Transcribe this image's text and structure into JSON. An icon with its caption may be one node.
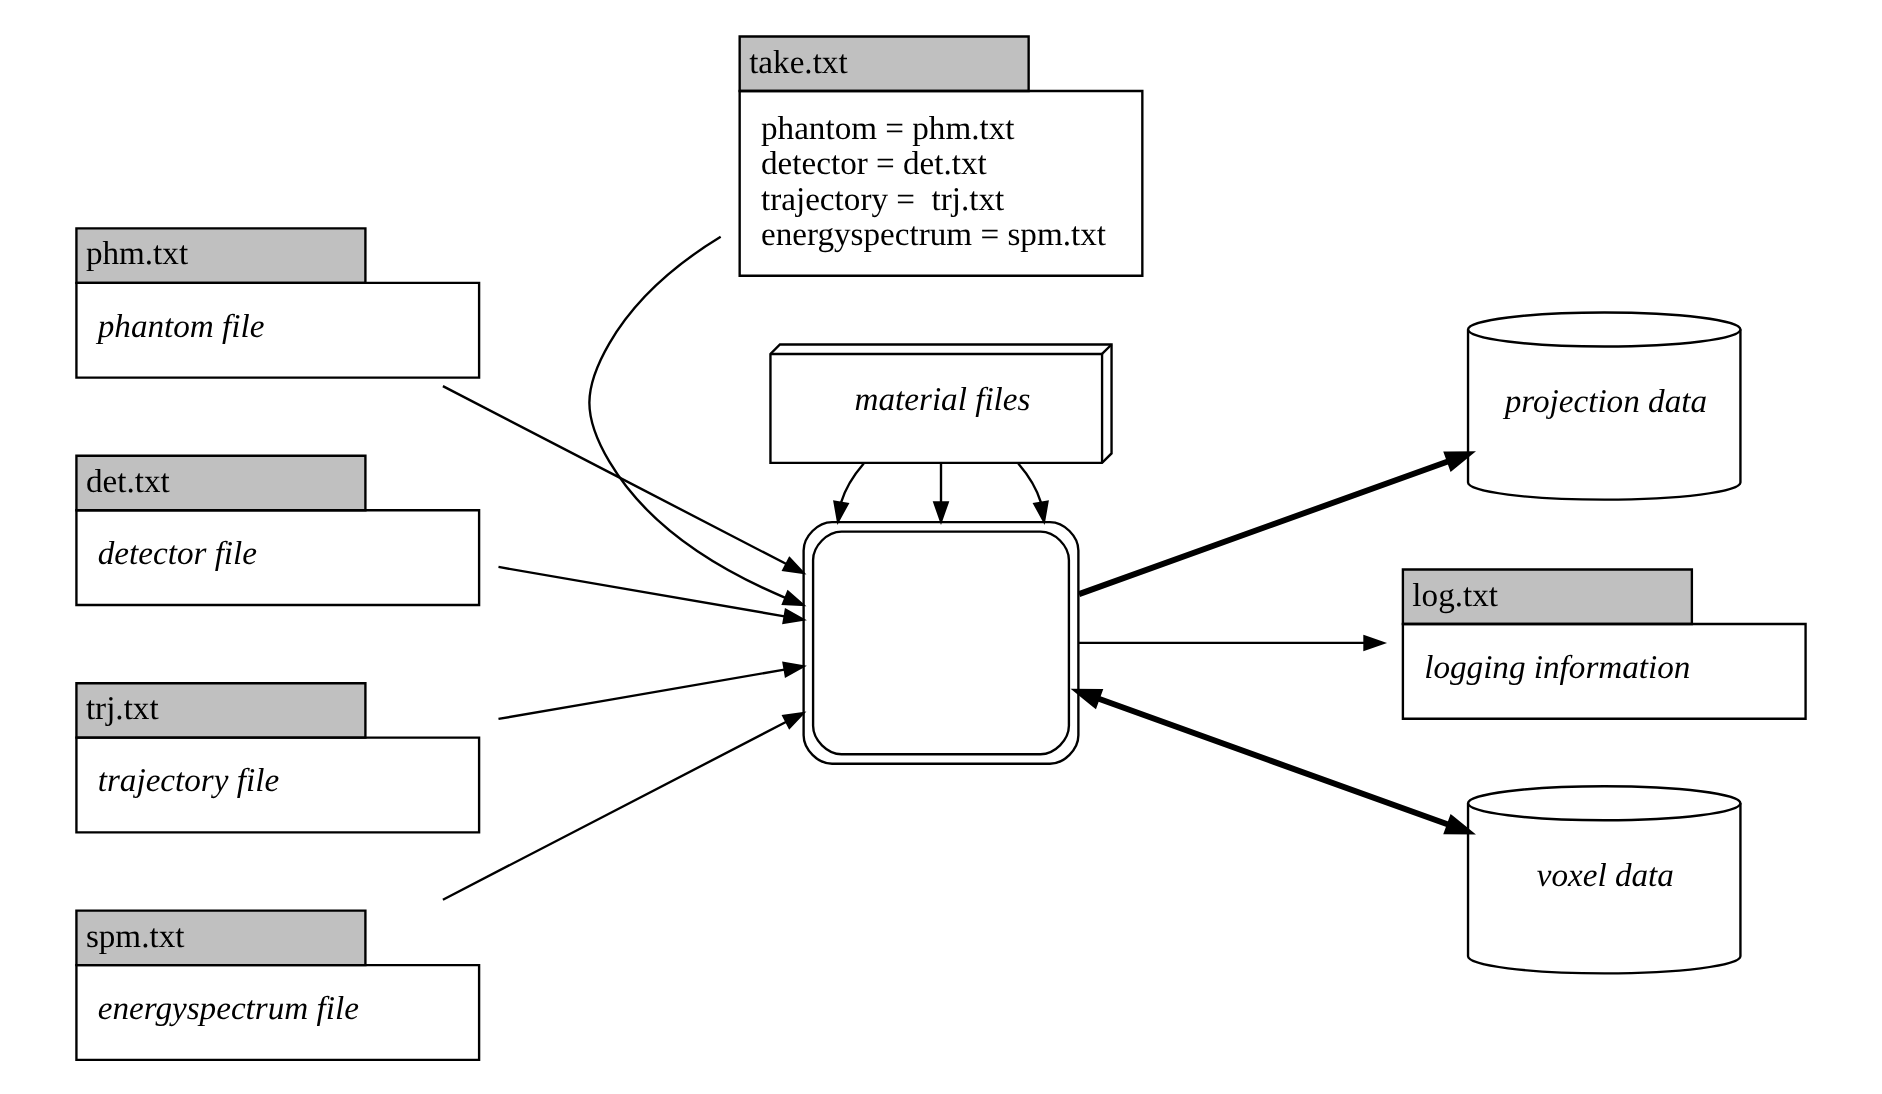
{
  "diagram": {
    "nodes": [
      {
        "text": [
          "phm.txt",
          "phantom file"
        ]
      },
      {
        "text": [
          "det.txt",
          "detector file"
        ]
      },
      {
        "text": [
          "trj.txt",
          "trajectory file"
        ]
      },
      {
        "text": [
          "spm.txt",
          "energyspectrum file"
        ]
      },
      {
        "text": [
          "take.txt",
          "phantom = phm.txt",
          "detector = det.txt",
          "trajectory =  trj.txt",
          "energyspectrum = spm.txt"
        ]
      },
      {
        "text": [],
        "shape": "box"
      },
      {
        "text": [
          "voxel data"
        ]
      },
      {
        "text": [
          "projection data"
        ]
      },
      {
        "text": [
          "log.txt",
          "logging information"
        ]
      },
      {
        "text": [
          "material files"
        ]
      }
    ],
    "edges": [
      {
        "from": 0,
        "to": 5,
        "arrow": "to"
      },
      {
        "from": 1,
        "to": 5,
        "arrow": "to"
      },
      {
        "from": 2,
        "to": 5,
        "arrow": "to"
      },
      {
        "from": 3,
        "to": 5,
        "arrow": "to"
      },
      {
        "from": 4,
        "to": 5,
        "arrow": "to"
      },
      {
        "from": 6,
        "to": 5,
        "arrow": "both",
        "style": "thick"
      },
      {
        "from": 5,
        "to": 7,
        "arrow": "to",
        "style": "thick"
      },
      {
        "from": 5,
        "to": 8,
        "arrow": "to"
      },
      {
        "from": 9,
        "to": 5,
        "arrow": "to"
      },
      {
        "from": 9,
        "to": 5,
        "arrow": "to"
      },
      {
        "from": 9,
        "to": 5,
        "arrow": "to"
      }
    ]
  }
}
